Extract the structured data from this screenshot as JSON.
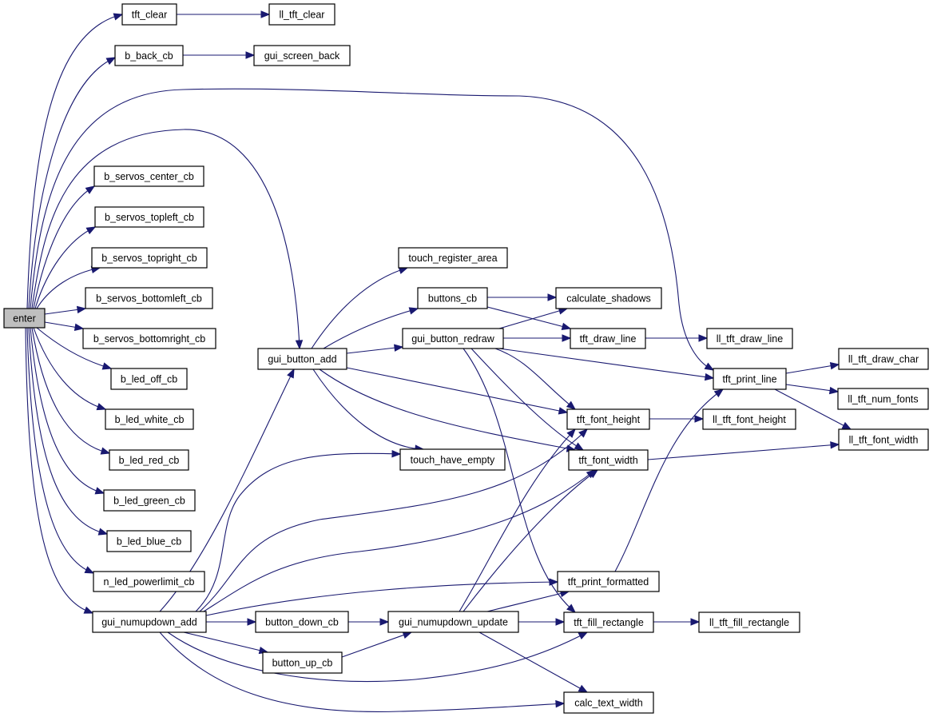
{
  "title": "Call graph for function enter",
  "colors": {
    "edge": "#191970",
    "root_fill": "#bfbfbf",
    "node_fill": "#ffffff",
    "border": "#000000"
  },
  "root": "enter",
  "nodes": [
    {
      "id": "enter",
      "label": "enter",
      "root": true
    },
    {
      "id": "tft_clear",
      "label": "tft_clear"
    },
    {
      "id": "ll_tft_clear",
      "label": "ll_tft_clear"
    },
    {
      "id": "b_back_cb",
      "label": "b_back_cb"
    },
    {
      "id": "gui_screen_back",
      "label": "gui_screen_back"
    },
    {
      "id": "b_servos_center_cb",
      "label": "b_servos_center_cb"
    },
    {
      "id": "b_servos_topleft_cb",
      "label": "b_servos_topleft_cb"
    },
    {
      "id": "b_servos_topright_cb",
      "label": "b_servos_topright_cb"
    },
    {
      "id": "b_servos_bottomleft_cb",
      "label": "b_servos_bottomleft_cb"
    },
    {
      "id": "b_servos_bottomright_cb",
      "label": "b_servos_bottomright_cb"
    },
    {
      "id": "b_led_off_cb",
      "label": "b_led_off_cb"
    },
    {
      "id": "b_led_white_cb",
      "label": "b_led_white_cb"
    },
    {
      "id": "b_led_red_cb",
      "label": "b_led_red_cb"
    },
    {
      "id": "b_led_green_cb",
      "label": "b_led_green_cb"
    },
    {
      "id": "b_led_blue_cb",
      "label": "b_led_blue_cb"
    },
    {
      "id": "n_led_powerlimit_cb",
      "label": "n_led_powerlimit_cb"
    },
    {
      "id": "gui_numupdown_add",
      "label": "gui_numupdown_add"
    },
    {
      "id": "gui_button_add",
      "label": "gui_button_add"
    },
    {
      "id": "touch_register_area",
      "label": "touch_register_area"
    },
    {
      "id": "buttons_cb",
      "label": "buttons_cb"
    },
    {
      "id": "gui_button_redraw",
      "label": "gui_button_redraw"
    },
    {
      "id": "calculate_shadows",
      "label": "calculate_shadows"
    },
    {
      "id": "tft_draw_line",
      "label": "tft_draw_line"
    },
    {
      "id": "ll_tft_draw_line",
      "label": "ll_tft_draw_line"
    },
    {
      "id": "tft_print_line",
      "label": "tft_print_line"
    },
    {
      "id": "ll_tft_draw_char",
      "label": "ll_tft_draw_char"
    },
    {
      "id": "ll_tft_num_fonts",
      "label": "ll_tft_num_fonts"
    },
    {
      "id": "ll_tft_font_width",
      "label": "ll_tft_font_width"
    },
    {
      "id": "tft_font_height",
      "label": "tft_font_height"
    },
    {
      "id": "ll_tft_font_height",
      "label": "ll_tft_font_height"
    },
    {
      "id": "tft_font_width",
      "label": "tft_font_width"
    },
    {
      "id": "touch_have_empty",
      "label": "touch_have_empty"
    },
    {
      "id": "tft_print_formatted",
      "label": "tft_print_formatted"
    },
    {
      "id": "gui_numupdown_update",
      "label": "gui_numupdown_update"
    },
    {
      "id": "tft_fill_rectangle",
      "label": "tft_fill_rectangle"
    },
    {
      "id": "ll_tft_fill_rectangle",
      "label": "ll_tft_fill_rectangle"
    },
    {
      "id": "button_down_cb",
      "label": "button_down_cb"
    },
    {
      "id": "button_up_cb",
      "label": "button_up_cb"
    },
    {
      "id": "calc_text_width",
      "label": "calc_text_width"
    }
  ],
  "edges": [
    {
      "from": "enter",
      "to": "tft_clear"
    },
    {
      "from": "enter",
      "to": "b_back_cb"
    },
    {
      "from": "enter",
      "to": "tft_print_line"
    },
    {
      "from": "enter",
      "to": "gui_button_add"
    },
    {
      "from": "enter",
      "to": "b_servos_center_cb"
    },
    {
      "from": "enter",
      "to": "b_servos_topleft_cb"
    },
    {
      "from": "enter",
      "to": "b_servos_topright_cb"
    },
    {
      "from": "enter",
      "to": "b_servos_bottomleft_cb"
    },
    {
      "from": "enter",
      "to": "b_servos_bottomright_cb"
    },
    {
      "from": "enter",
      "to": "b_led_off_cb"
    },
    {
      "from": "enter",
      "to": "b_led_white_cb"
    },
    {
      "from": "enter",
      "to": "b_led_red_cb"
    },
    {
      "from": "enter",
      "to": "b_led_green_cb"
    },
    {
      "from": "enter",
      "to": "b_led_blue_cb"
    },
    {
      "from": "enter",
      "to": "n_led_powerlimit_cb"
    },
    {
      "from": "enter",
      "to": "gui_numupdown_add"
    },
    {
      "from": "tft_clear",
      "to": "ll_tft_clear"
    },
    {
      "from": "b_back_cb",
      "to": "gui_screen_back"
    },
    {
      "from": "gui_button_add",
      "to": "touch_register_area"
    },
    {
      "from": "gui_button_add",
      "to": "buttons_cb"
    },
    {
      "from": "gui_button_add",
      "to": "gui_button_redraw"
    },
    {
      "from": "gui_button_add",
      "to": "tft_font_height"
    },
    {
      "from": "gui_button_add",
      "to": "tft_font_width"
    },
    {
      "from": "gui_button_add",
      "to": "touch_have_empty"
    },
    {
      "from": "buttons_cb",
      "to": "calculate_shadows"
    },
    {
      "from": "buttons_cb",
      "to": "tft_draw_line"
    },
    {
      "from": "gui_button_redraw",
      "to": "calculate_shadows"
    },
    {
      "from": "gui_button_redraw",
      "to": "tft_draw_line"
    },
    {
      "from": "gui_button_redraw",
      "to": "tft_print_line"
    },
    {
      "from": "gui_button_redraw",
      "to": "tft_font_height"
    },
    {
      "from": "gui_button_redraw",
      "to": "tft_font_width"
    },
    {
      "from": "gui_button_redraw",
      "to": "tft_fill_rectangle"
    },
    {
      "from": "tft_draw_line",
      "to": "ll_tft_draw_line"
    },
    {
      "from": "tft_print_line",
      "to": "ll_tft_draw_char"
    },
    {
      "from": "tft_print_line",
      "to": "ll_tft_num_fonts"
    },
    {
      "from": "tft_print_line",
      "to": "ll_tft_font_width"
    },
    {
      "from": "tft_font_height",
      "to": "ll_tft_font_height"
    },
    {
      "from": "tft_font_width",
      "to": "ll_tft_font_width"
    },
    {
      "from": "tft_print_formatted",
      "to": "tft_print_line"
    },
    {
      "from": "gui_numupdown_add",
      "to": "gui_button_add"
    },
    {
      "from": "gui_numupdown_add",
      "to": "touch_have_empty"
    },
    {
      "from": "gui_numupdown_add",
      "to": "tft_font_height"
    },
    {
      "from": "gui_numupdown_add",
      "to": "tft_font_width"
    },
    {
      "from": "gui_numupdown_add",
      "to": "tft_print_formatted"
    },
    {
      "from": "gui_numupdown_add",
      "to": "button_down_cb"
    },
    {
      "from": "gui_numupdown_add",
      "to": "button_up_cb"
    },
    {
      "from": "gui_numupdown_add",
      "to": "tft_fill_rectangle"
    },
    {
      "from": "gui_numupdown_add",
      "to": "calc_text_width"
    },
    {
      "from": "button_down_cb",
      "to": "gui_numupdown_update"
    },
    {
      "from": "button_up_cb",
      "to": "gui_numupdown_update"
    },
    {
      "from": "gui_numupdown_update",
      "to": "tft_font_height"
    },
    {
      "from": "gui_numupdown_update",
      "to": "tft_font_width"
    },
    {
      "from": "gui_numupdown_update",
      "to": "tft_print_formatted"
    },
    {
      "from": "gui_numupdown_update",
      "to": "tft_fill_rectangle"
    },
    {
      "from": "gui_numupdown_update",
      "to": "calc_text_width"
    },
    {
      "from": "tft_fill_rectangle",
      "to": "ll_tft_fill_rectangle"
    }
  ]
}
